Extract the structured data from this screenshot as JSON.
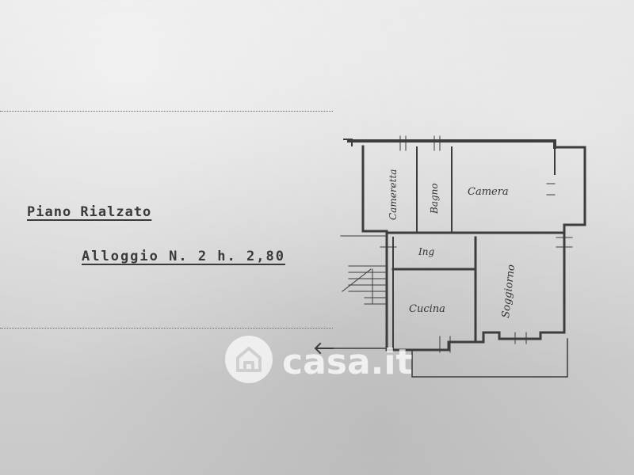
{
  "heading": {
    "floor": "Piano Rialzato",
    "unit": "Alloggio N. 2 h. 2,80"
  },
  "rooms": {
    "cameretta": "Cameretta",
    "bagno": "Bagno",
    "camera": "Camera",
    "ingresso": "Ing",
    "cucina": "Cucina",
    "soggiorno": "Soggiorno"
  },
  "watermark": {
    "brand": "casa.it",
    "logo_icon": "house-icon"
  },
  "colors": {
    "paper": "#d9d9d9",
    "ink": "#3a3a3a"
  }
}
